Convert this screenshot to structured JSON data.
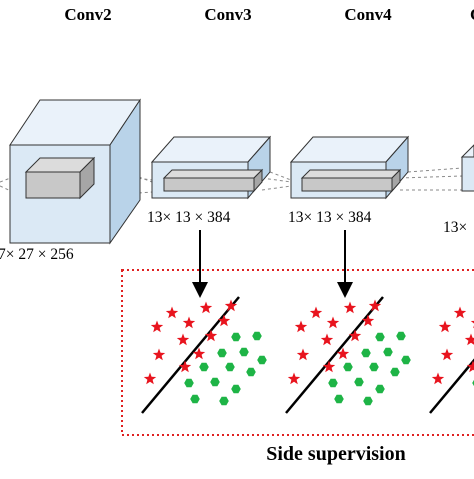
{
  "layers": [
    {
      "name": "Conv2",
      "dims": "7× 27 × 256"
    },
    {
      "name": "Conv3",
      "dims": "13× 13 × 384"
    },
    {
      "name": "Conv4",
      "dims": "13× 13 × 384"
    },
    {
      "name": "C",
      "dims": "13×"
    }
  ],
  "side_supervision_label": "Side supervision",
  "colors": {
    "box_face": "#dbe9f5",
    "box_top": "#eaf2fa",
    "box_side": "#b9d3e9",
    "kernel_face": "#c8c8c8",
    "kernel_top": "#dcdcdc",
    "kernel_side": "#a6a6a6",
    "frame": "#e02020",
    "star": "#e8141e",
    "dot": "#1eb446"
  }
}
